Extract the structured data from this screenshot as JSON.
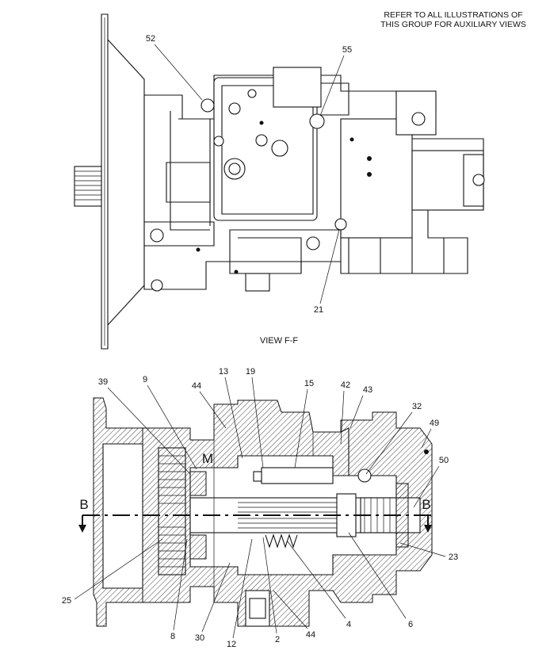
{
  "note": {
    "line1": "REFER TO ALL ILLUSTRATIONS OF",
    "line2": "THIS GROUP FOR AUXILIARY VIEWS"
  },
  "view_label": "VIEW F-F",
  "section_marks": {
    "left": "B",
    "right": "B",
    "m": "M"
  },
  "top_callouts": [
    "52",
    "55",
    "21"
  ],
  "bottom_callouts": [
    "39",
    "9",
    "13",
    "19",
    "15",
    "42",
    "43",
    "32",
    "49",
    "50",
    "44",
    "25",
    "8",
    "30",
    "12",
    "2",
    "44",
    "4",
    "6",
    "23"
  ]
}
